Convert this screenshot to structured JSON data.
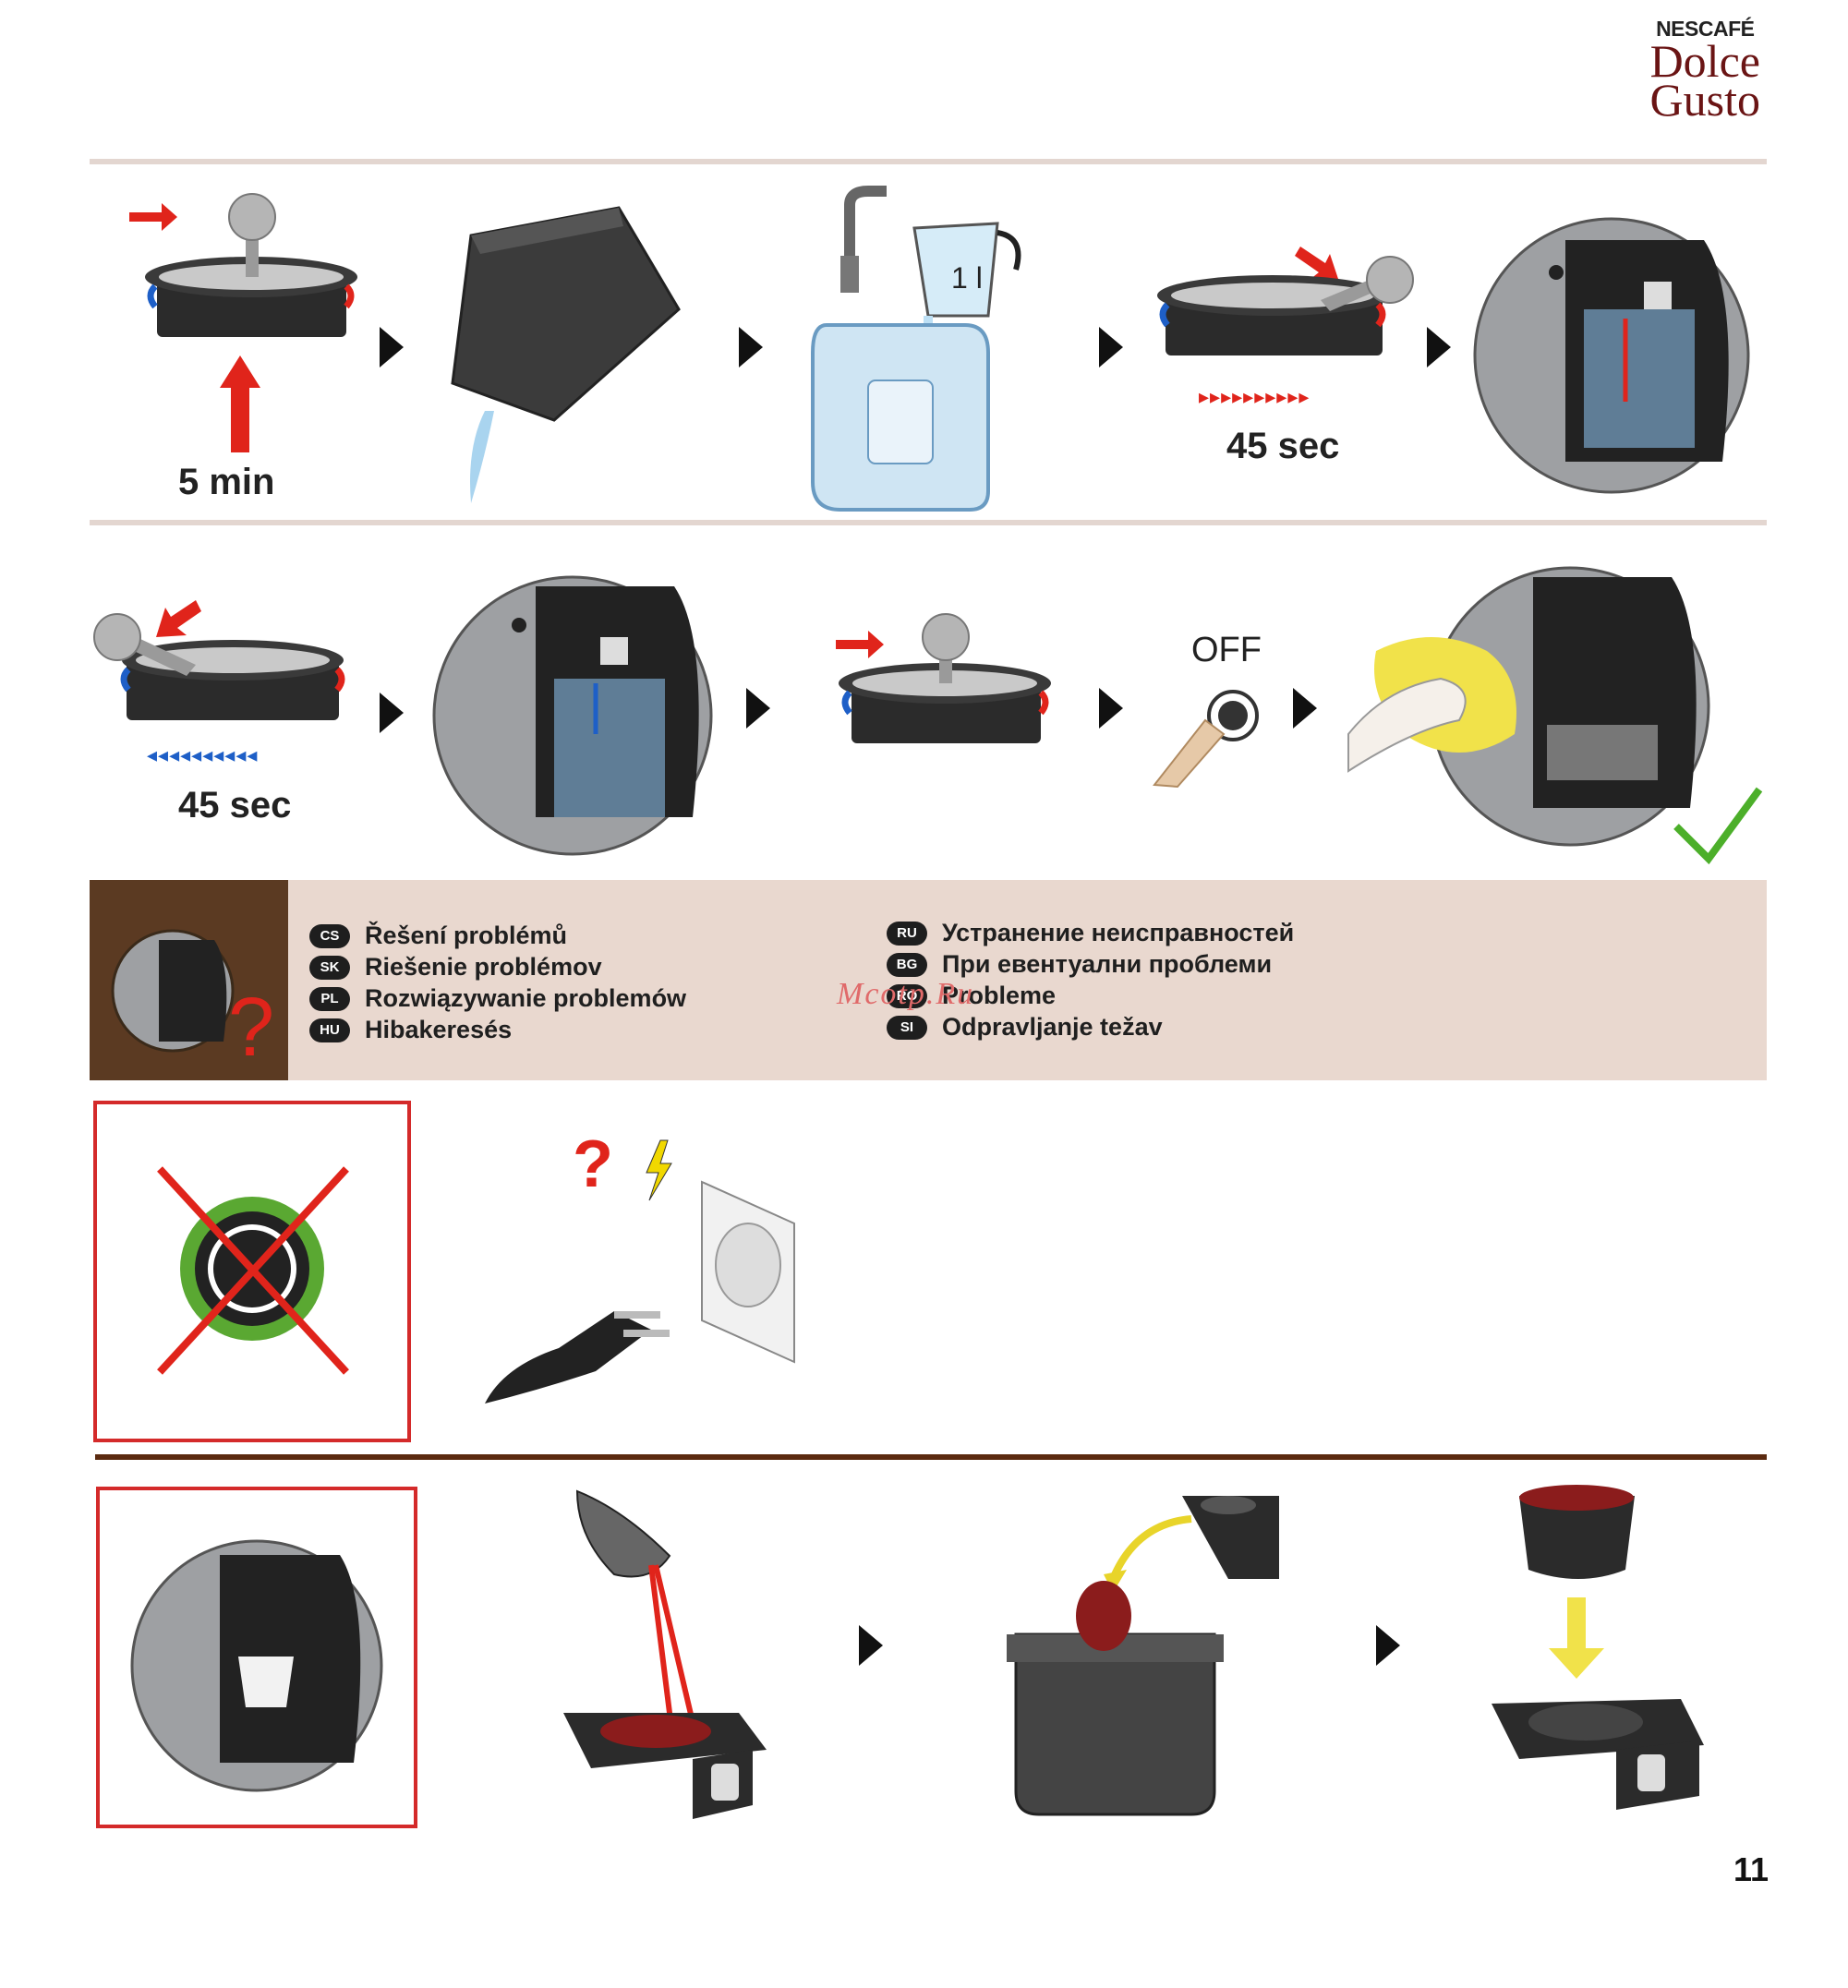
{
  "logo": {
    "brand": "NESCAFÉ",
    "line1": "Dolce",
    "line2": "Gusto"
  },
  "steps_row1": {
    "time_label": "5 min",
    "volume_label": "1 l",
    "duration_label": "45 sec"
  },
  "steps_row2": {
    "duration_label": "45 sec",
    "off_label": "OFF"
  },
  "troubleshooting": {
    "left": [
      {
        "code": "CS",
        "text": "Řešení problémů"
      },
      {
        "code": "SK",
        "text": "Riešenie problémov"
      },
      {
        "code": "PL",
        "text": "Rozwiązywanie problemów"
      },
      {
        "code": "HU",
        "text": "Hibakeresés"
      }
    ],
    "right": [
      {
        "code": "RU",
        "text": "Устранение неисправностей"
      },
      {
        "code": "BG",
        "text": "При евентуални проблеми"
      },
      {
        "code": "RO",
        "text": "Probleme"
      },
      {
        "code": "SI",
        "text": "Odpravljanje težav"
      }
    ],
    "question_mark": "?"
  },
  "power_section": {
    "question_mark": "?"
  },
  "watermark": "Mcotp.Ru",
  "page_number": "11",
  "colors": {
    "accent_red": "#e0241b",
    "brown": "#5b2a10",
    "trouble_bg": "#e9d8cf",
    "blue": "#1e5fc7",
    "yellow": "#f1e24a",
    "green": "#4caf2a"
  }
}
